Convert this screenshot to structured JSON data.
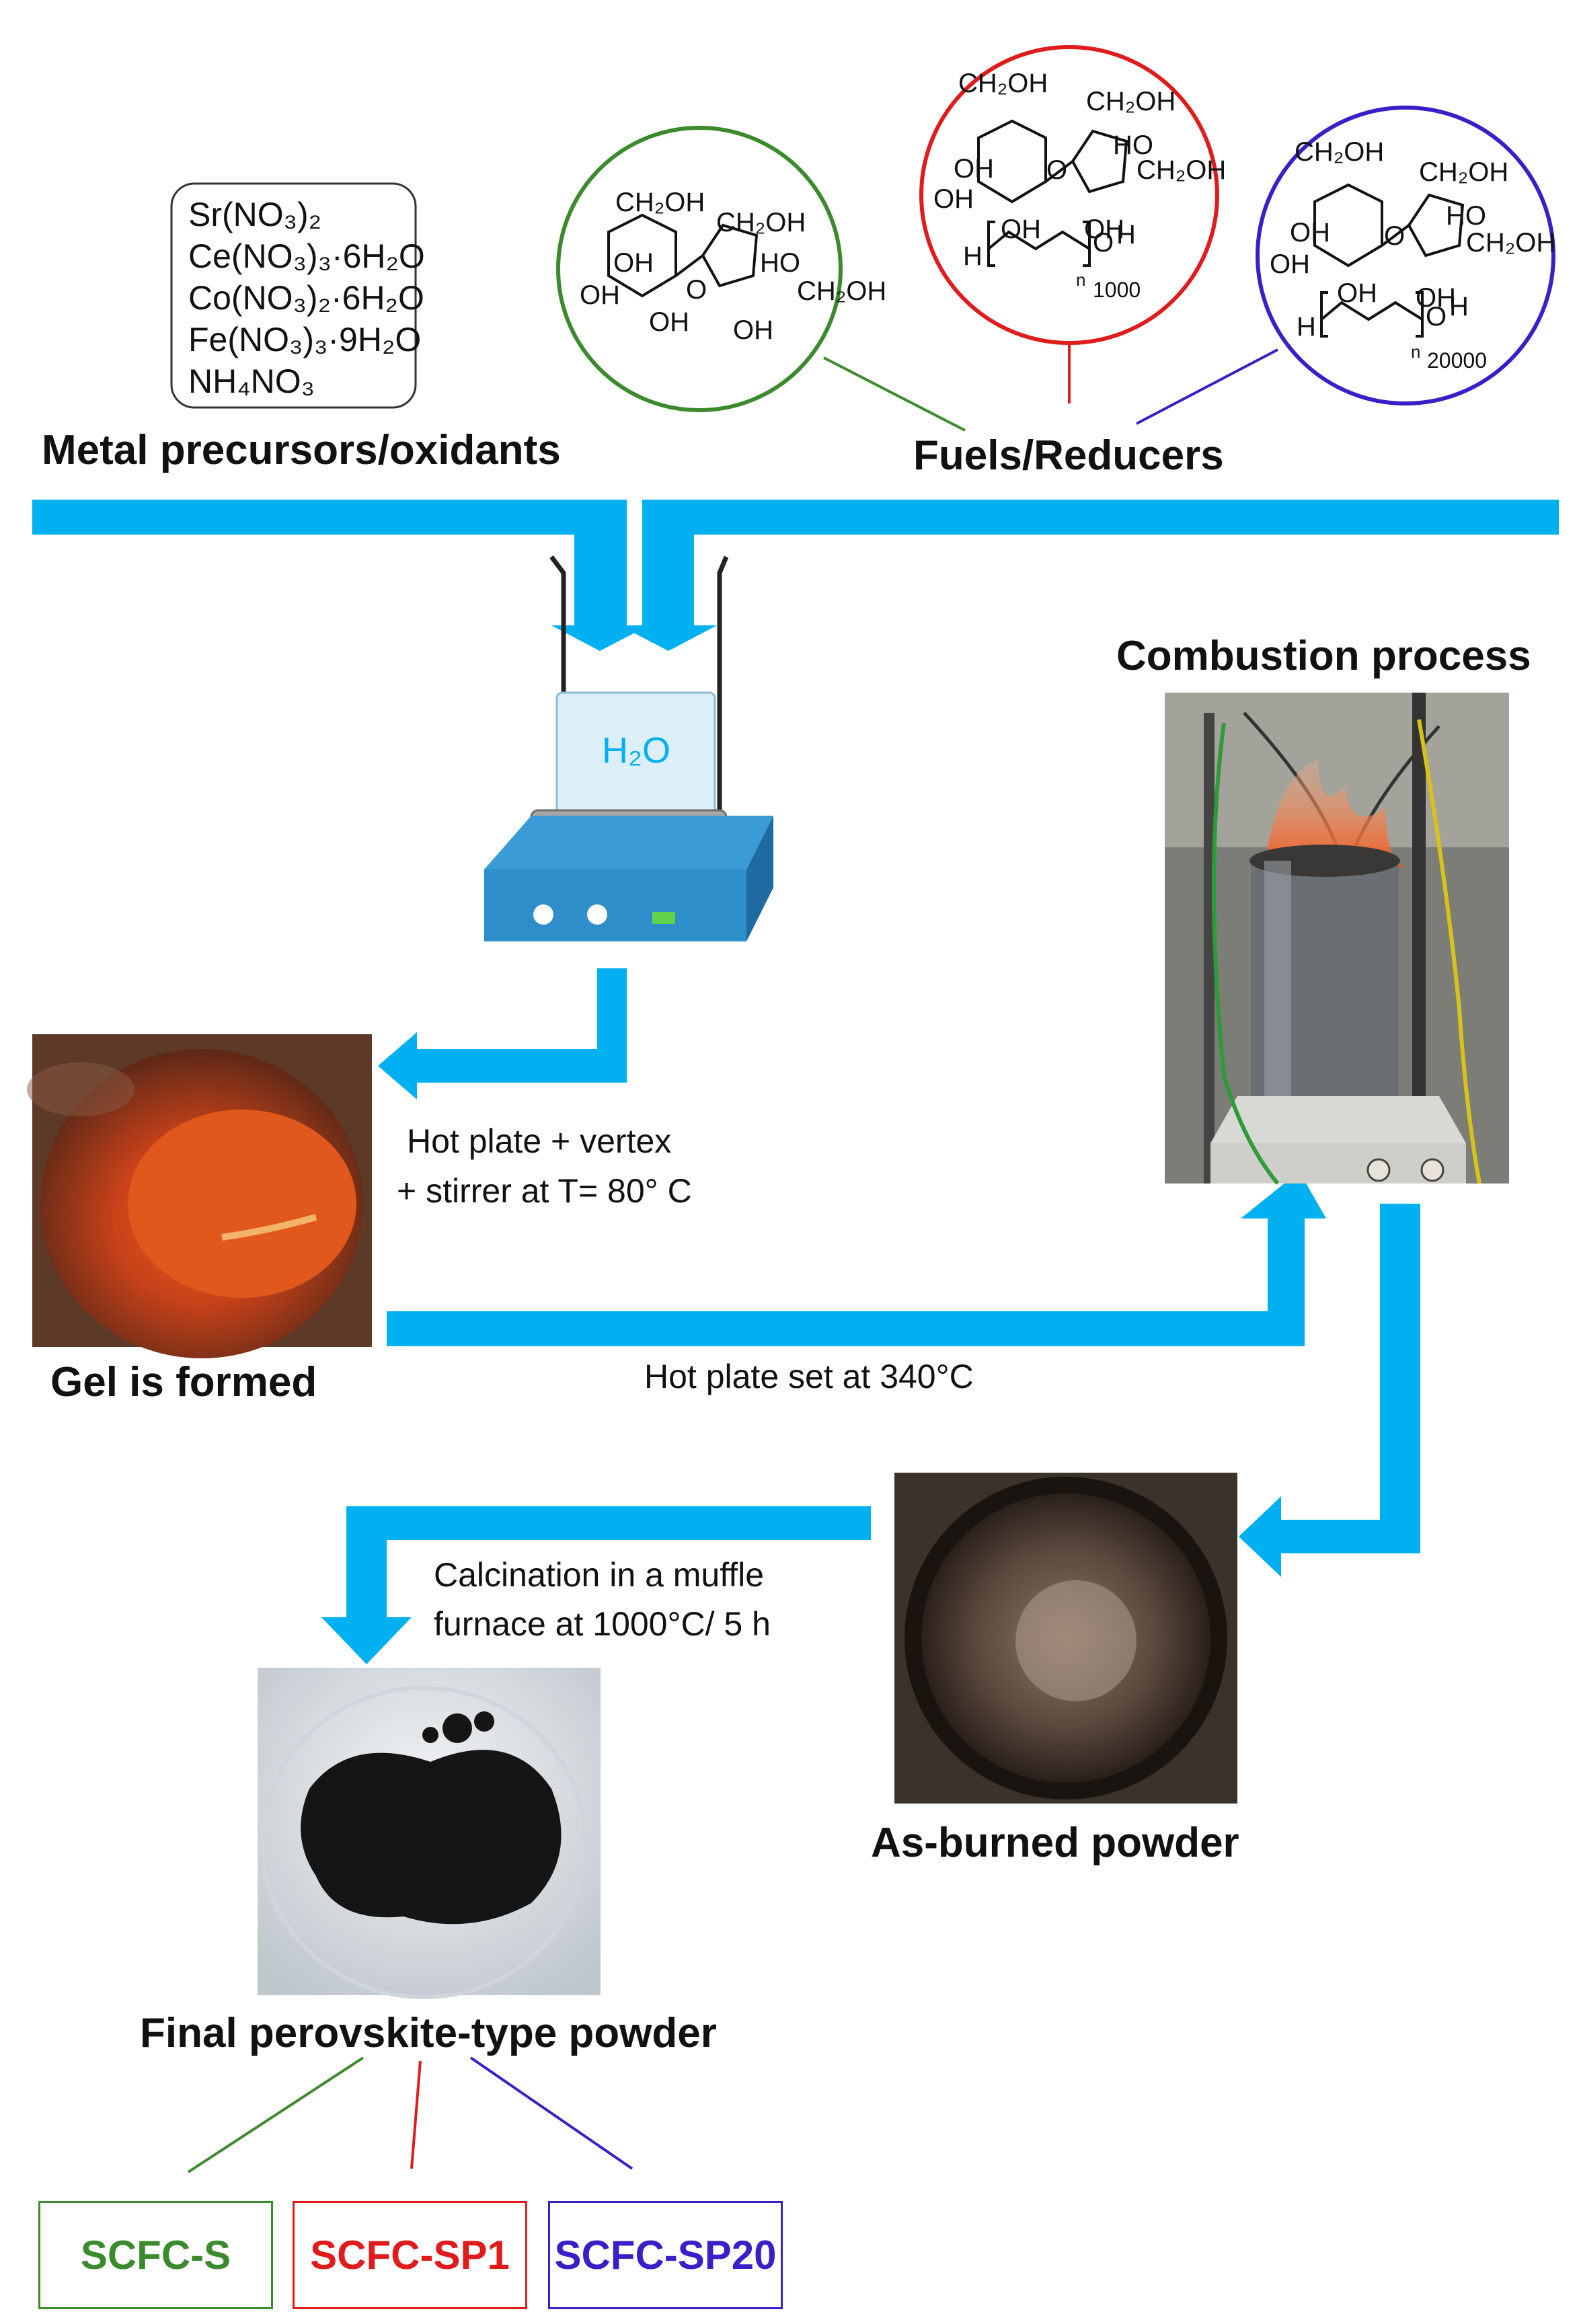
{
  "headings": {
    "metal_precursors": "Metal precursors/oxidants",
    "fuels": "Fuels/Reducers",
    "combustion": "Combustion process",
    "gel": "Gel is formed",
    "as_burned": "As-burned powder",
    "final": "Final perovskite-type powder"
  },
  "precursors": {
    "p1": "Sr(NO₃)₂",
    "p2": "Ce(NO₃)₃·6H₂O",
    "p3": "Co(NO₃)₂·6H₂O",
    "p4": "Fe(NO₃)₃·9H₂O",
    "p5": "NH₄NO₃"
  },
  "steps": {
    "hotplate_line1": "Hot plate + vertex",
    "hotplate_line2": "+ stirrer at T= 80° C",
    "hotplate_340": "Hot plate set at 340°C",
    "calcination_line1": "Calcination in a muffle",
    "calcination_line2": "furnace at 1000°C/ 5 h"
  },
  "beaker_label": "H₂O",
  "molecules": {
    "ch2oh": "CH₂OH",
    "oh": "OH",
    "ho": "HO",
    "o": "O",
    "h": "H",
    "n": "n",
    "peg1000": "1000",
    "peg20000": "20000"
  },
  "products": {
    "s": "SCFC-S",
    "sp1": "SCFC-SP1",
    "sp20": "SCFC-SP20"
  },
  "colors": {
    "arrow": "#00b0f0",
    "green": "#3c8a2e",
    "red": "#e01b1b",
    "blue": "#3a1fc9",
    "hotplate": "#2d8ec9"
  }
}
